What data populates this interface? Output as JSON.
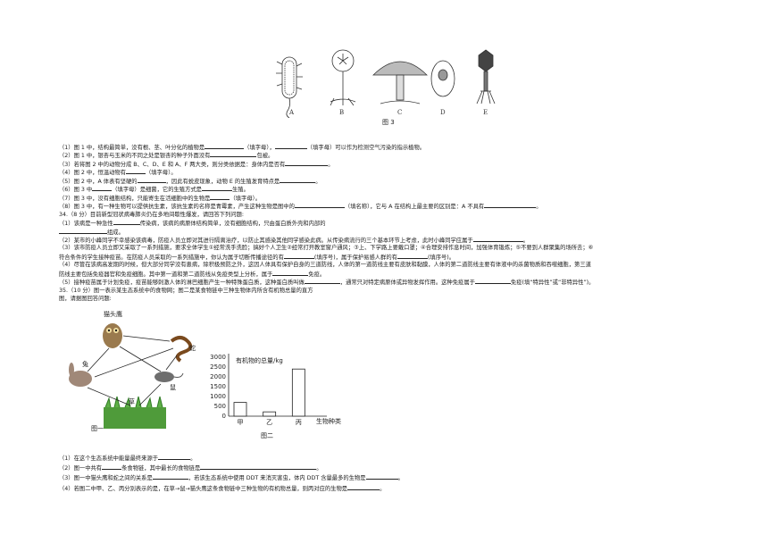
{
  "figure3": {
    "labels": [
      "A",
      "B",
      "C",
      "D",
      "E"
    ],
    "caption": "图 3"
  },
  "questions": [
    {
      "id": "q1",
      "before": "（1）图 1 中，结构最简单，没有根、茎、叶分化的植物是",
      "mid": [
        {
          "blank": 44
        },
        {
          "text": "（填字母），"
        },
        {
          "blank": 36
        },
        {
          "text": "（填字母）可以作为检测空气污染的指示植物。"
        }
      ]
    },
    {
      "id": "q2",
      "before": "（2）图 1 中，银杏与玉米的不同之处是银杏的种子外面没有",
      "mid": [
        {
          "blank": 52
        },
        {
          "text": "包被。"
        }
      ]
    },
    {
      "id": "q3",
      "before": "（3）若将图 2 中的动物分成 B、C、D、E 和 A、F 两大类，则分类依据是：身体内是否有",
      "mid": [
        {
          "blank": 48
        },
        {
          "text": "。"
        }
      ]
    },
    {
      "id": "q4",
      "before": "（4）图 2 中，恒温动物有",
      "mid": [
        {
          "blank": 22
        },
        {
          "text": "（填字母）。"
        }
      ]
    },
    {
      "id": "q5",
      "before": "（5）图 2 中，A 体表有坚硬的",
      "mid": [
        {
          "blank": 32
        },
        {
          "text": "，因此有蜕皮现象，动物 E 的生殖发育特点是"
        },
        {
          "blank": 40
        },
        {
          "text": "。"
        }
      ]
    },
    {
      "id": "q6",
      "before": "（6）图 3 中",
      "mid": [
        {
          "blank": 22
        },
        {
          "text": "（填字母）是细菌，它的生殖方式是"
        },
        {
          "blank": 34
        },
        {
          "text": "生殖。"
        }
      ]
    },
    {
      "id": "q7",
      "before": "（7）图 3 中，没有细胞结构，只能寄生在活细胞中的生物是",
      "mid": [
        {
          "blank": 22
        },
        {
          "text": "（填字母）。"
        }
      ]
    },
    {
      "id": "q8",
      "before": "（8）图 3 中，有一种生物可以提供抗生素，该抗生素的名称是青霉素，产生这种生物是图中的",
      "mid": [
        {
          "blank": 56
        },
        {
          "text": "（填名称），它与 A 在结构上最主要的区别是：A 不具有"
        },
        {
          "blank": 58
        },
        {
          "text": "。"
        }
      ]
    },
    {
      "id": "q34",
      "before": "34.（8 分）目前新型冠状病毒肺炎仍在多地间歇性爆发，请回答下列问题:",
      "mid": []
    },
    {
      "id": "q34_1",
      "before": "（1）该病是一种急性",
      "mid": [
        {
          "blank": 30
        },
        {
          "text": "传染病，该病的病原体结构简单，没有细胞结构，只由蛋白质外壳和内部的"
        }
      ]
    },
    {
      "id": "q34_1b",
      "before": "",
      "mid": [
        {
          "blank": 54
        },
        {
          "text": "组成。"
        }
      ]
    },
    {
      "id": "q34_2",
      "before": "（2）某市的小峰同学不幸感染该病毒，防疫人员立即对其进行隔离治疗，以防止其感染其他同学感染此病。从传染病流行的三个基本环节上考虑，此时小峰同学应属于",
      "mid": [
        {
          "blank": 56
        },
        {
          "text": "。"
        }
      ]
    },
    {
      "id": "q34_3",
      "before": "（3）该市防疫人员立即又采取了一系列措施，要求全体学生①经常洗手洗脸；搞好个人卫生②经常打开教室窗户通风；③上、下学路上要戴口罩；④合理安排作息时间，加强体育锻炼；⑤不要到人群聚集的场所去；⑥",
      "mid": []
    },
    {
      "id": "q34_3b",
      "before": "符合条件的学生接种疫苗。在防疫人员采取的一系列措施中，你认为属于切断传播途径的有",
      "mid": [
        {
          "blank": 34
        },
        {
          "text": "(填序号)，属于保护易感人群的有"
        },
        {
          "blank": 34
        },
        {
          "text": "(填序号)。"
        }
      ]
    },
    {
      "id": "q34_4",
      "before": "（4）尽管在该病高发期的时候，但大部分同学没有患病，除积极预防之外，这因人体具有保护自身的三道防线，人体的第一道防线主要有皮肤和黏膜，人体的第二道防线主要有体液中的杀菌物质和吞噬细胞，第三道",
      "mid": []
    },
    {
      "id": "q34_4b",
      "before": "防线主要包括免疫器官和免疫细胞。其中第一道和第二道防线从免疫类型上分析，属于",
      "mid": [
        {
          "blank": 40
        },
        {
          "text": "免疫。"
        }
      ]
    },
    {
      "id": "q34_5",
      "before": "（5）接种疫苗属于计划免疫，疫苗能够刺激人体的淋巴细胞产生一种特殊蛋白质，这种蛋白质叫做",
      "mid": [
        {
          "blank": 40
        },
        {
          "text": "，通常只对特定病原体或异物发挥作用。这种免疫属于"
        },
        {
          "blank": 40
        },
        {
          "text": "免疫(填“特异性”或“非特异性”)。"
        }
      ]
    },
    {
      "id": "q35",
      "before": "35.（10 分）图一表示某生态系统中的食物网；图二是某食物链中三种生物体内所含有机物总量的直方",
      "mid": []
    },
    {
      "id": "q35b",
      "before": "图，请据图回答问题:",
      "mid": []
    }
  ],
  "food_web": {
    "animals": [
      "猫头鹰",
      "蛇",
      "兔",
      "鼠",
      "草"
    ],
    "caption": "图一"
  },
  "chart_data": {
    "type": "bar",
    "title": "",
    "ylabel": "有机物的总量/kg",
    "xlabel": "生物种类",
    "categories": [
      "甲",
      "乙",
      "丙"
    ],
    "values": [
      700,
      220,
      2400
    ],
    "ylim": [
      0,
      3000
    ],
    "yticks": [
      0,
      500,
      1000,
      1500,
      2000,
      2500,
      3000
    ],
    "caption": "图二"
  },
  "questions35": [
    {
      "id": "q35_1",
      "before": "（1）在这个生态系统中能量最终来源于",
      "mid": [
        {
          "blank": 36
        },
        {
          "text": "。"
        }
      ]
    },
    {
      "id": "q35_2",
      "before": "（2）图一中共有",
      "mid": [
        {
          "blank": 22
        },
        {
          "text": "条食物链，其中最长的食物链是"
        },
        {
          "blank": 130
        },
        {
          "text": "。"
        }
      ]
    },
    {
      "id": "q35_3",
      "before": "（3）图一中猫头鹰和蛇之间的关系是",
      "mid": [
        {
          "blank": 40
        },
        {
          "text": "，若该生态系统中使用 DDT 来消灭害虫，体内 DDT 含量最多的生物是"
        },
        {
          "blank": 36
        },
        {
          "text": "。"
        }
      ]
    },
    {
      "id": "q35_4",
      "before": "（4）若图二中甲、乙、丙分别表示的是，在草→鼠→猫头鹰这条食物链中三种生物的有机物总量，则丙对应的生物是",
      "mid": [
        {
          "blank": 36
        },
        {
          "text": "。"
        }
      ]
    }
  ]
}
